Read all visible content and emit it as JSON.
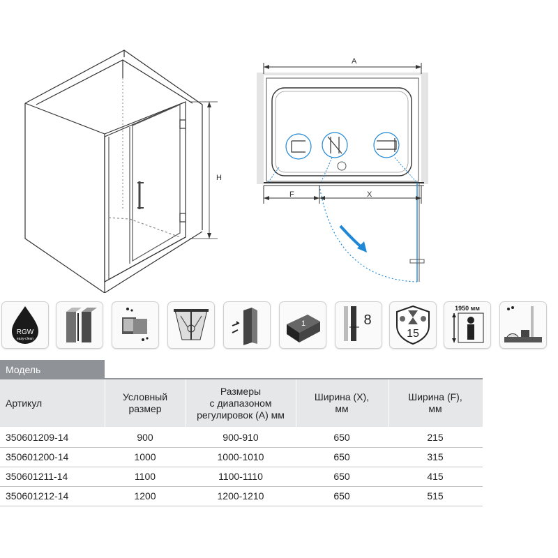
{
  "diagram": {
    "label_h": "H",
    "label_a": "A",
    "label_f": "F",
    "label_x": "X"
  },
  "icons": [
    {
      "name": "rgw-easy-clean-icon",
      "text_main": "RGW",
      "text_sub": "easy-clean"
    },
    {
      "name": "magnetic-profile-icon"
    },
    {
      "name": "hinge-icon"
    },
    {
      "name": "door-swing-icon"
    },
    {
      "name": "wall-profile-adjust-icon"
    },
    {
      "name": "glass-thickness-1-icon",
      "text": "1"
    },
    {
      "name": "glass-8mm-icon",
      "text": "8"
    },
    {
      "name": "warranty-15-icon",
      "text": "15"
    },
    {
      "name": "height-1950-icon",
      "text": "1950 мм"
    },
    {
      "name": "water-drip-seal-icon"
    }
  ],
  "table": {
    "model_label": "Модель",
    "headers": [
      "Артикул",
      "Условный размер",
      "Размеры с диапазоном регулировок (А) мм",
      "Ширина (Х), мм",
      "Ширина (F), мм"
    ],
    "header_lines": [
      [
        "Артикул"
      ],
      [
        "Условный",
        "размер"
      ],
      [
        "Размеры",
        "с диапазоном",
        "регулировок (А) мм"
      ],
      [
        "Ширина (Х),",
        "мм"
      ],
      [
        "Ширина (F),",
        "мм"
      ]
    ],
    "rows": [
      [
        "350601209-14",
        "900",
        "900-910",
        "650",
        "215"
      ],
      [
        "350601200-14",
        "1000",
        "1000-1010",
        "650",
        "315"
      ],
      [
        "350601211-14",
        "1100",
        "1100-1110",
        "650",
        "415"
      ],
      [
        "350601212-14",
        "1200",
        "1200-1210",
        "650",
        "515"
      ]
    ]
  },
  "colors": {
    "accent": "#1e88d6",
    "line": "#333333",
    "header_bg": "#e6e7e8",
    "model_bg": "#8f9397"
  }
}
